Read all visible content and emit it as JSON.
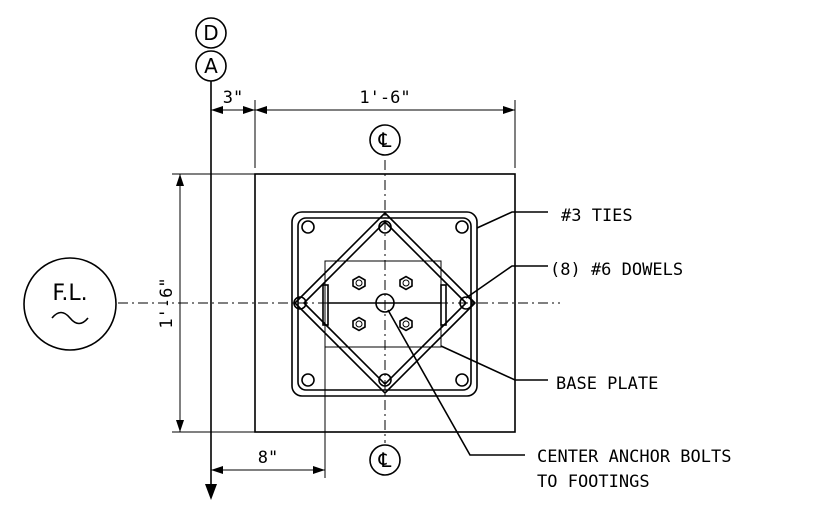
{
  "grid": {
    "top": "D",
    "bottom": "A"
  },
  "dimensions": {
    "offset": "3\"",
    "width": "1'-6\"",
    "height": "1'-6\"",
    "bolt_offset": "8\""
  },
  "centerline_symbol": "℄",
  "callout": {
    "line1": "F.L.",
    "symbol": "~"
  },
  "labels": {
    "ties": "#3 TIES",
    "dowels": "(8) #6 DOWELS",
    "base_plate": "BASE PLATE",
    "anchor_line1": "CENTER ANCHOR BOLTS",
    "anchor_line2": "TO FOOTINGS"
  }
}
